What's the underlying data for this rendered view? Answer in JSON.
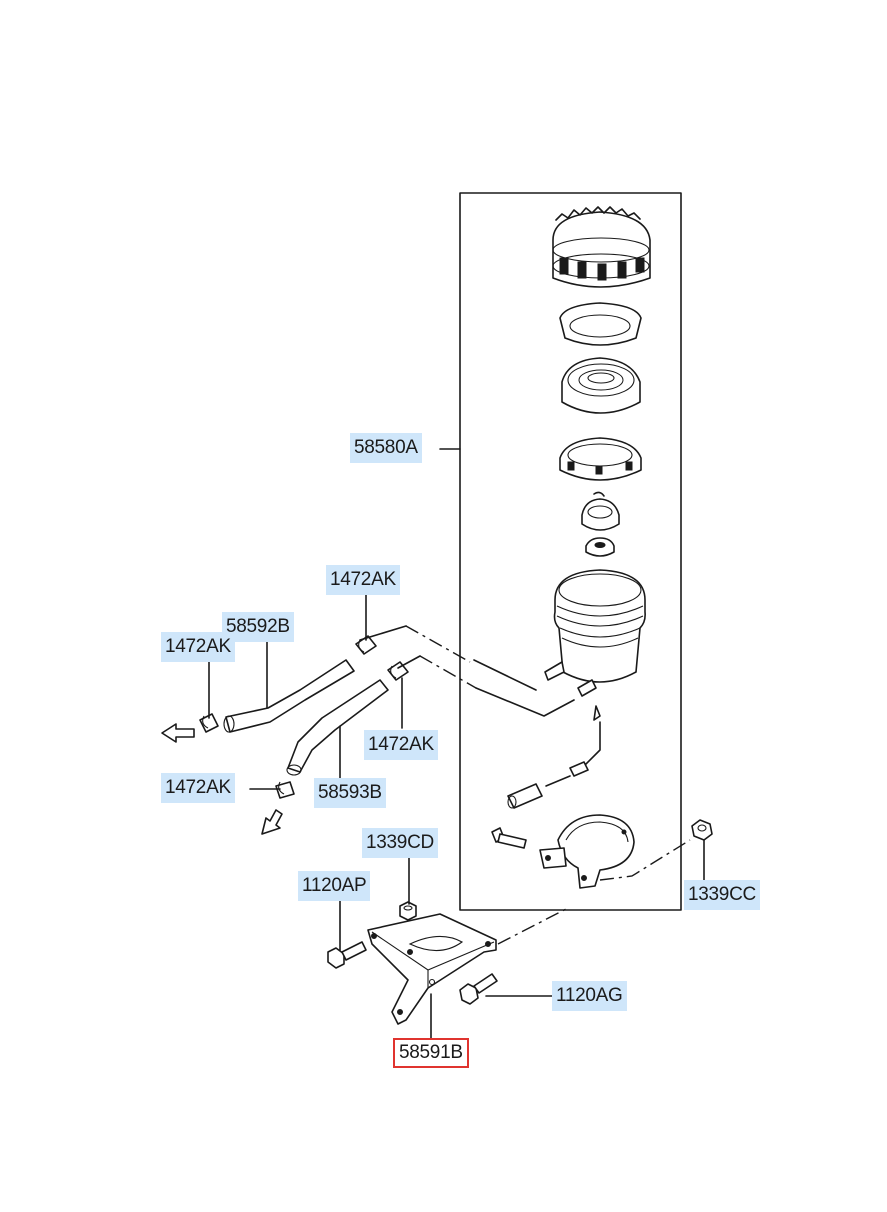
{
  "diagram": {
    "labels": {
      "reservoir": "58580A",
      "clamp_top": "1472AK",
      "hose_upper": "58592B",
      "clamp_left": "1472AK",
      "clamp_right": "1472AK",
      "clamp_bottom": "1472AK",
      "hose_lower": "58593B",
      "nut_center": "1339CD",
      "bolt_left": "1120AP",
      "nut_right": "1339CC",
      "bolt_right": "1120AG",
      "bracket": "58591B"
    },
    "highlight_color": "#cfe6fa",
    "selected_border_color": "#e0342f"
  }
}
